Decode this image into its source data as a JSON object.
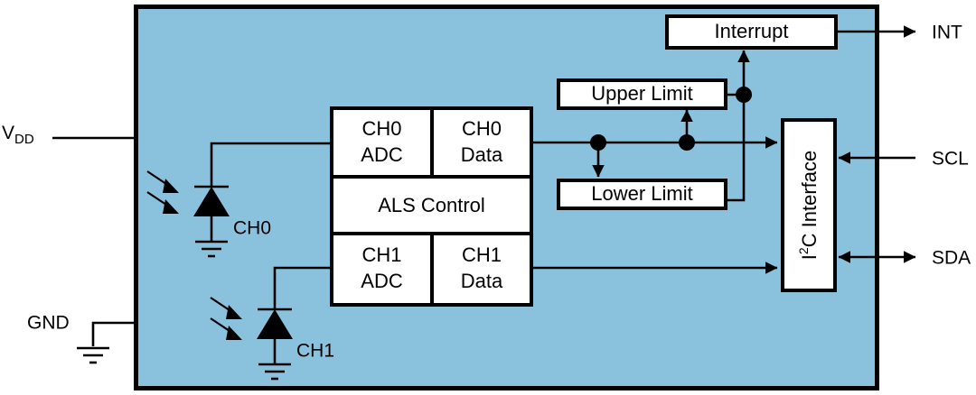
{
  "diagram": {
    "title": "ALS dual-channel sensor block diagram",
    "chip_color": "#8ac2de",
    "blocks": [
      {
        "id": "ch0_adc",
        "label": "CH0\nADC",
        "line1": "CH0",
        "line2": "ADC"
      },
      {
        "id": "ch0_data",
        "label": "CH0\nData",
        "line1": "CH0",
        "line2": "Data"
      },
      {
        "id": "als_ctrl",
        "label": "ALS Control",
        "line1": "ALS Control",
        "line2": ""
      },
      {
        "id": "ch1_adc",
        "label": "CH1\nADC",
        "line1": "CH1",
        "line2": "ADC"
      },
      {
        "id": "ch1_data",
        "label": "CH1\nData",
        "line1": "CH1",
        "line2": "Data"
      },
      {
        "id": "upper_limit",
        "label": "Upper Limit",
        "line1": "Upper Limit",
        "line2": ""
      },
      {
        "id": "lower_limit",
        "label": "Lower Limit",
        "line1": "Lower Limit",
        "line2": ""
      },
      {
        "id": "interrupt",
        "label": "Interrupt",
        "line1": "Interrupt",
        "line2": ""
      },
      {
        "id": "i2c",
        "label": "I2C Interface",
        "line1": "I",
        "line2": "C Interface",
        "superscript": "2"
      }
    ],
    "pins": {
      "vdd": {
        "label": "V",
        "subscript": "DD"
      },
      "gnd": {
        "label": "GND"
      },
      "int": {
        "label": "INT"
      },
      "scl": {
        "label": "SCL"
      },
      "sda": {
        "label": "SDA"
      }
    },
    "photodiodes": [
      {
        "id": "ch0",
        "label": "CH0"
      },
      {
        "id": "ch1",
        "label": "CH1"
      }
    ],
    "icons": {
      "light_arrow": "incident-light-arrow",
      "ground": "ground-symbol",
      "diode": "photodiode-symbol",
      "junction": "junction-dot"
    }
  }
}
